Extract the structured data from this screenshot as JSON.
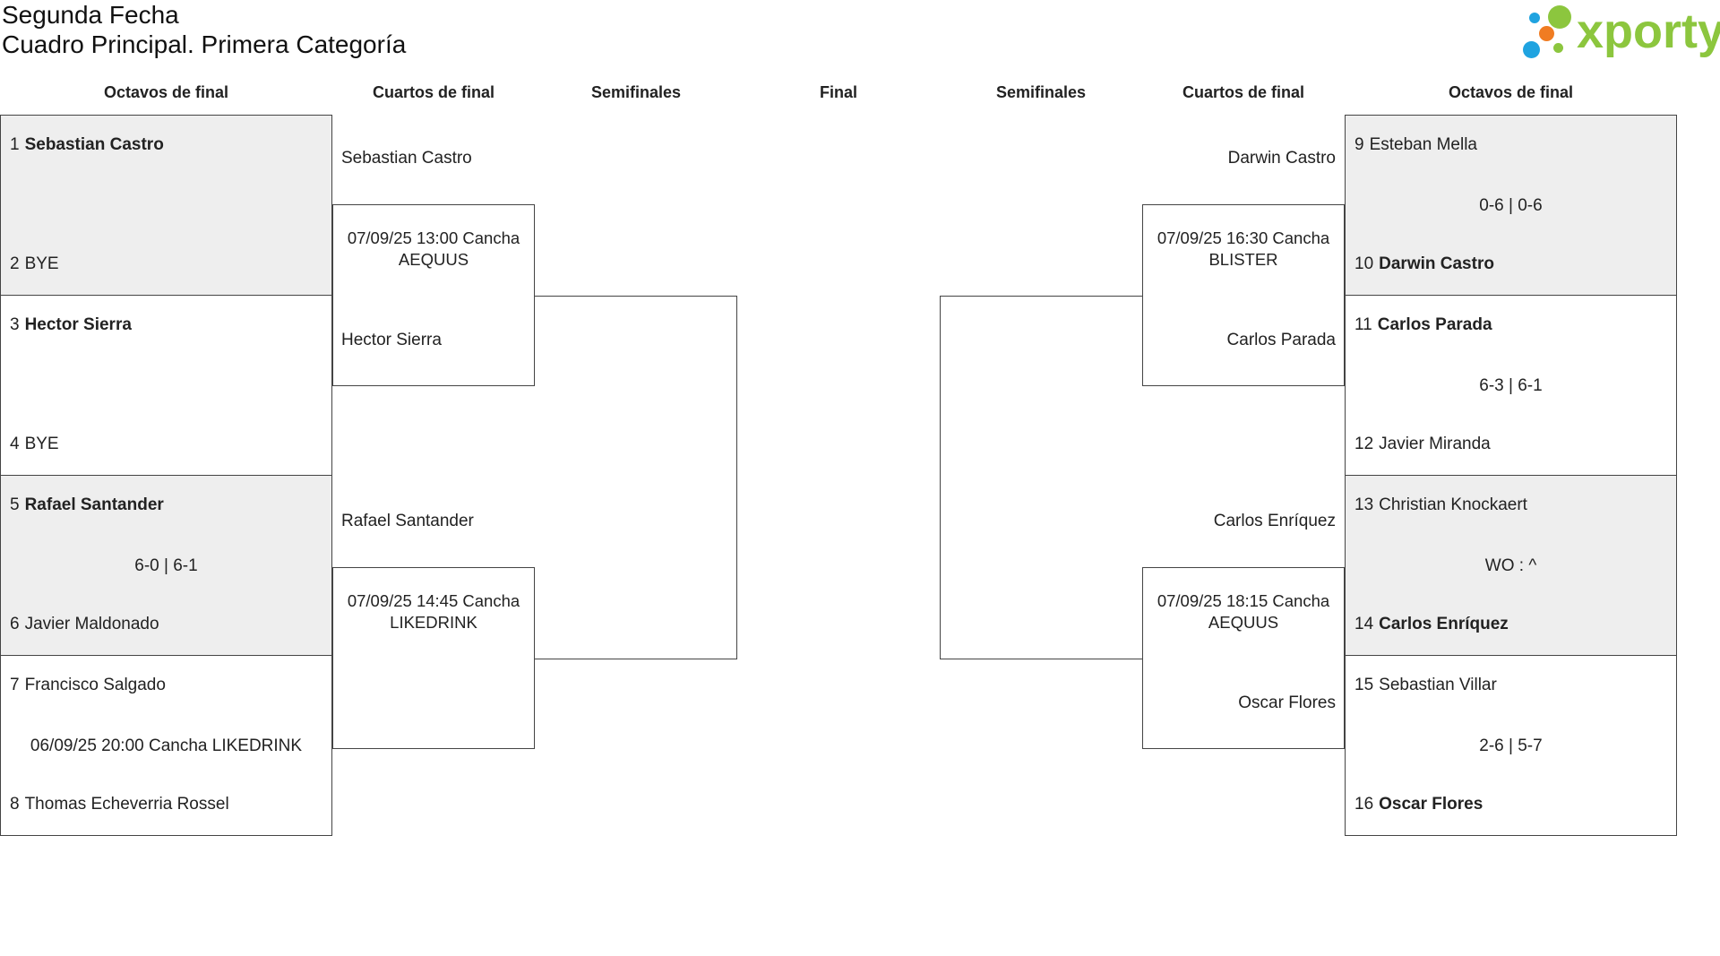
{
  "header": {
    "title_line1": "Segunda Fecha",
    "title_line2": "Cuadro Principal. Primera Categoría"
  },
  "logo": {
    "text": "xporty",
    "colors": [
      "#1fa3e0",
      "#f07c22",
      "#8cc63e"
    ]
  },
  "columns": {
    "left_r16": "Octavos de final",
    "left_qf": "Cuartos de final",
    "left_sf": "Semifinales",
    "final": "Final",
    "right_sf": "Semifinales",
    "right_qf": "Cuartos de final",
    "right_r16": "Octavos de final"
  },
  "left_r16": [
    {
      "p1": {
        "seed": "1",
        "name": "Sebastian Castro"
      },
      "p2": {
        "seed": "2",
        "name": "BYE"
      },
      "result": ""
    },
    {
      "p1": {
        "seed": "3",
        "name": "Hector Sierra"
      },
      "p2": {
        "seed": "4",
        "name": "BYE"
      },
      "result": ""
    },
    {
      "p1": {
        "seed": "5",
        "name": "Rafael Santander"
      },
      "p2": {
        "seed": "6",
        "name": "Javier Maldonado"
      },
      "result": "6-0 | 6-1"
    },
    {
      "p1": {
        "seed": "7",
        "name": "Francisco Salgado"
      },
      "p2": {
        "seed": "8",
        "name": "Thomas Echeverria Rossel"
      },
      "result": "06/09/25 20:00 Cancha LIKEDRINK"
    }
  ],
  "right_r16": [
    {
      "p1": {
        "seed": "9",
        "name": "Esteban Mella"
      },
      "p2": {
        "seed": "10",
        "name": "Darwin Castro"
      },
      "result": "0-6 | 0-6"
    },
    {
      "p1": {
        "seed": "11",
        "name": "Carlos Parada"
      },
      "p2": {
        "seed": "12",
        "name": "Javier Miranda"
      },
      "result": "6-3 | 6-1"
    },
    {
      "p1": {
        "seed": "13",
        "name": "Christian Knockaert"
      },
      "p2": {
        "seed": "14",
        "name": "Carlos Enríquez"
      },
      "result": "WO : ^"
    },
    {
      "p1": {
        "seed": "15",
        "name": "Sebastian Villar"
      },
      "p2": {
        "seed": "16",
        "name": "Oscar Flores"
      },
      "result": "2-6 | 5-7"
    }
  ],
  "left_qf": [
    {
      "top": "Sebastian Castro",
      "bottom": "Hector Sierra",
      "info_line1": "07/09/25 13:00 Cancha",
      "info_line2": "AEQUUS"
    },
    {
      "top": "Rafael Santander",
      "bottom": "",
      "info_line1": "07/09/25 14:45 Cancha",
      "info_line2": "LIKEDRINK"
    }
  ],
  "right_qf": [
    {
      "top": "Darwin Castro",
      "bottom": "Carlos Parada",
      "info_line1": "07/09/25 16:30 Cancha",
      "info_line2": "BLISTER"
    },
    {
      "top": "Carlos Enríquez",
      "bottom": "Oscar Flores",
      "info_line1": "07/09/25 18:15 Cancha",
      "info_line2": "AEQUUS"
    }
  ]
}
